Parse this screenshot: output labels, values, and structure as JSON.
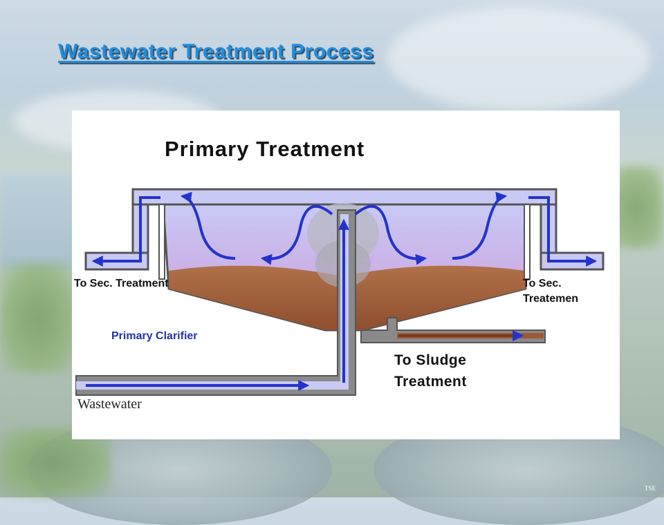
{
  "slide": {
    "title": "Wastewater Treatment Process",
    "footer": "TSE"
  },
  "diagram": {
    "heading": "Primary Treatment",
    "labels": {
      "left_outlet": "To Sec. Treatment",
      "right_outlet": "To Sec. Treatemen",
      "clarifier": "Primary Clarifier",
      "sludge": "To Sludge Treatment",
      "inlet": "Wastewater"
    },
    "colors": {
      "title": "#1e8fe0",
      "pipe": "#8a8a8a",
      "flow_arrow": "#2233cc",
      "clear_water": "#c9c9f5",
      "scum": "#c98bb8",
      "sludge": "#9a5a38",
      "clarifier_label": "#2233aa"
    }
  }
}
